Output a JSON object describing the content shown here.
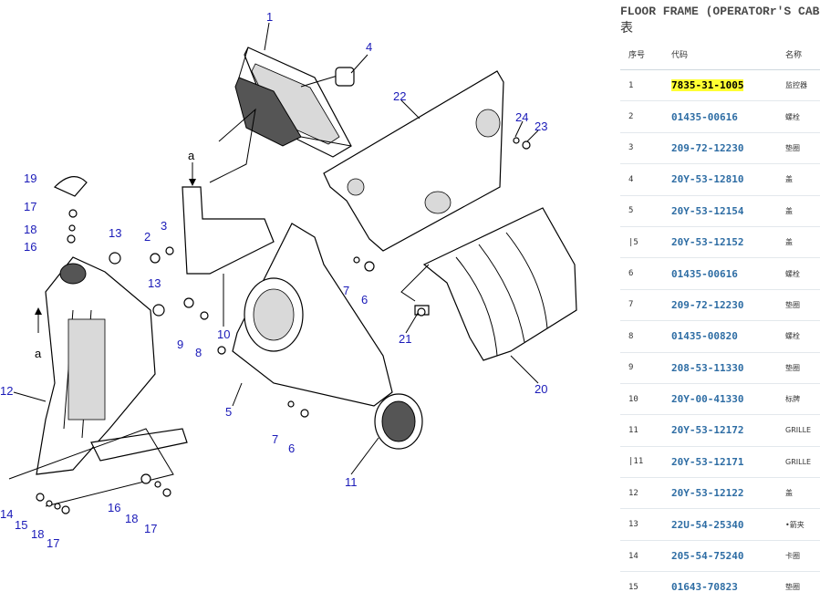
{
  "diagram": {
    "callouts": [
      "1",
      "2",
      "3",
      "4",
      "5",
      "6",
      "6",
      "7",
      "7",
      "8",
      "9",
      "10",
      "11",
      "12",
      "13",
      "13",
      "14",
      "15",
      "16",
      "16",
      "17",
      "17",
      "18",
      "18",
      "19",
      "20",
      "21",
      "22",
      "23",
      "24"
    ],
    "view_marks": [
      "a",
      "a"
    ]
  },
  "panel": {
    "title": "FLOOR FRAME (OPERATORr'S CAB)",
    "subtitle": "表",
    "columns": [
      "序号",
      "代码",
      "名称"
    ],
    "highlight_color": "#ffff33",
    "code_color": "#2e6da4",
    "rows": [
      {
        "no": "1",
        "code": "7835-31-1005",
        "name": "监控器",
        "highlighted": true
      },
      {
        "no": "2",
        "code": "01435-00616",
        "name": "螺栓"
      },
      {
        "no": "3",
        "code": "209-72-12230",
        "name": "垫圈"
      },
      {
        "no": "4",
        "code": "20Y-53-12810",
        "name": "盖"
      },
      {
        "no": "5",
        "code": "20Y-53-12154",
        "name": "盖"
      },
      {
        "no": "|5",
        "code": "20Y-53-12152",
        "name": "盖"
      },
      {
        "no": "6",
        "code": "01435-00616",
        "name": "螺栓"
      },
      {
        "no": "7",
        "code": "209-72-12230",
        "name": "垫圈"
      },
      {
        "no": "8",
        "code": "01435-00820",
        "name": "螺栓"
      },
      {
        "no": "9",
        "code": "208-53-11330",
        "name": "垫圈"
      },
      {
        "no": "10",
        "code": "20Y-00-41330",
        "name": "标牌"
      },
      {
        "no": "11",
        "code": "20Y-53-12172",
        "name": "GRILLE"
      },
      {
        "no": "|11",
        "code": "20Y-53-12171",
        "name": "GRILLE"
      },
      {
        "no": "12",
        "code": "20Y-53-12122",
        "name": "盖"
      },
      {
        "no": "13",
        "code": "22U-54-25340",
        "name": "•箭夹"
      },
      {
        "no": "14",
        "code": "205-54-75240",
        "name": "卡圈"
      },
      {
        "no": "15",
        "code": "01643-70823",
        "name": "垫圈"
      }
    ]
  }
}
